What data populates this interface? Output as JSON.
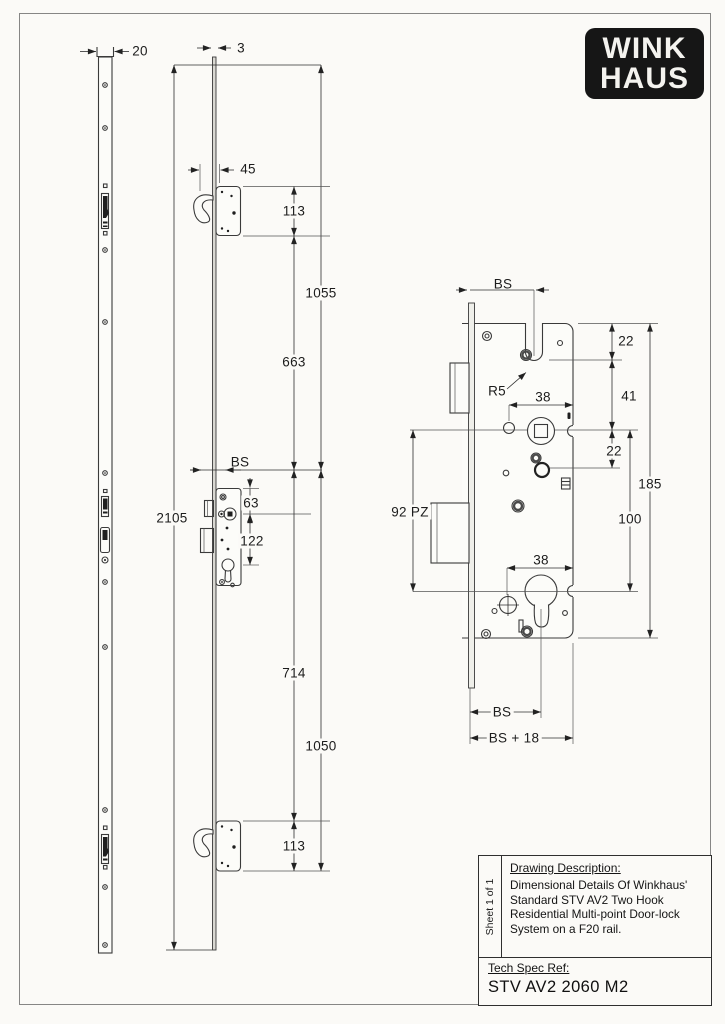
{
  "logo": {
    "line1": "WINK",
    "line2": "HAUS"
  },
  "dims": {
    "rail_width": "20",
    "plate_thickness": "3",
    "hook_offset": "45",
    "top_hook_height": "113",
    "top_to_bs": "1055",
    "hook_to_bs": "663",
    "backset_side": "BS",
    "case_to_spindle": "63",
    "total_length": "2105",
    "spindle_to_cyl": "122",
    "bs_to_hook": "714",
    "bs_to_hook_end": "1050",
    "bottom_hook_height": "113"
  },
  "detail_dims": {
    "backset_top": "BS",
    "notch_depth": "22",
    "notch_radius": "R5",
    "hub_to_edge": "38",
    "notch_to_spindle": "41",
    "spindle_to_hole": "22",
    "case_height": "185",
    "pz_spacing": "92 PZ",
    "spindle_to_cyl": "100",
    "cyl_to_edge": "38",
    "backset_bottom": "BS",
    "backset_plus": "BS + 18"
  },
  "title_block": {
    "sheet_label": "Sheet 1 of 1",
    "description_label": "Drawing Description:",
    "description_lines": [
      "Dimensional Details Of Winkhaus'",
      "Standard STV AV2 Two Hook",
      "Residential Multi-point Door-lock",
      "System on a F20 rail."
    ],
    "tech_spec_label": "Tech Spec Ref:",
    "tech_spec_value": "STV AV2 2060 M2"
  }
}
